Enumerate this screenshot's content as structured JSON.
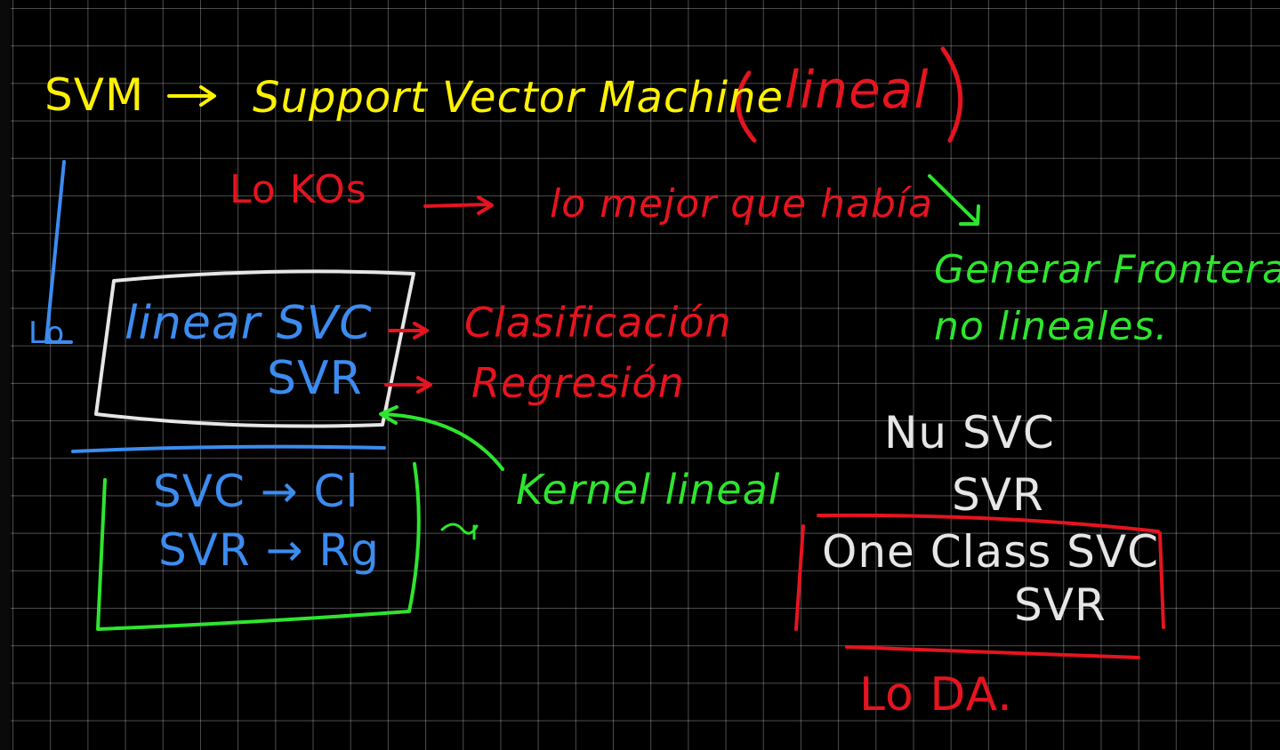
{
  "colors": {
    "background": "#000000",
    "grid": "#4d4d4d",
    "yellow": "#fff200",
    "red": "#e5141f",
    "blue": "#3c8cf0",
    "green": "#2ee52e",
    "white": "#e6e6e6"
  },
  "notes": {
    "svm": "SVM",
    "svm_expansion": "Support Vector Machine",
    "lineal": "lineal",
    "lo_kos": "Lo KOs",
    "lo_mejor": "lo mejor que había",
    "generar_line1": "Generar Fronteras",
    "generar_line2": "no lineales.",
    "lo_marker": "Lo",
    "linear_svc": "linear SVC",
    "svr_1": "SVR",
    "clasificacion": "Clasificación",
    "regresion": "Regresión",
    "kernel_lineal": "Kernel lineal",
    "svc_cl": "SVC → Cl",
    "svr_rg": "SVR → Rg",
    "nu_svc": "Nu SVC",
    "svr_2": "SVR",
    "one_class_svc": "One Class SVC",
    "svr_3": "SVR",
    "lo_da": "Lo DA."
  }
}
